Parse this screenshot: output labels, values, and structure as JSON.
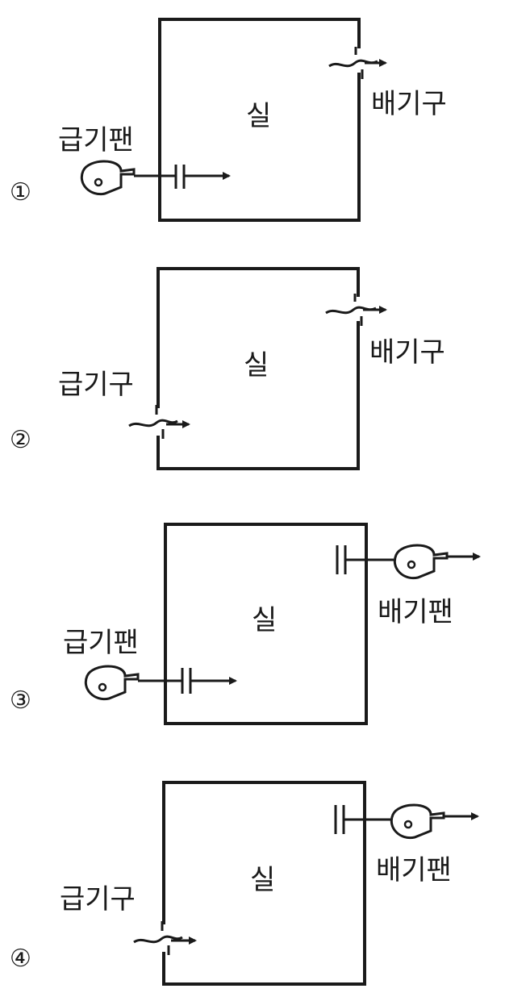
{
  "options": [
    {
      "number": "①",
      "room": "실",
      "supply": "급기팬",
      "exhaust": "배기구"
    },
    {
      "number": "②",
      "room": "실",
      "supply": "급기구",
      "exhaust": "배기구"
    },
    {
      "number": "③",
      "room": "실",
      "supply": "급기팬",
      "exhaust": "배기팬"
    },
    {
      "number": "④",
      "room": "실",
      "supply": "급기구",
      "exhaust": "배기팬"
    }
  ],
  "colors": {
    "line": "#1a1a1a",
    "background": "#ffffff"
  }
}
